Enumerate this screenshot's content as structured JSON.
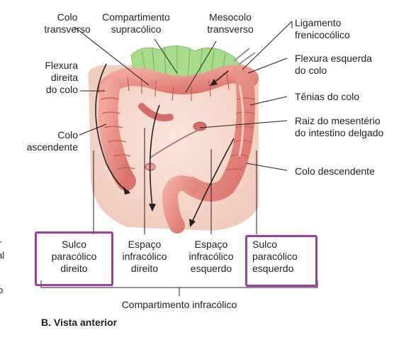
{
  "labels": {
    "colo_transverso": "Colo\ntransverso",
    "compartimento_supracolico": "Compartimento\nsupracólico",
    "mesocolo_transverso": "Mesocolo\ntransverso",
    "ligamento_frenicocolico": "Ligamento\nfrenicocólico",
    "flexura_direita": "Flexura\ndireita\ndo colo",
    "flexura_esquerda": "Flexura esquerda\ndo colo",
    "tenias": "Tênias do colo",
    "raiz_mesenterio": "Raiz do mesentério\ndo intestino delgado",
    "colo_ascendente": "Colo\nascendente",
    "colo_descendente": "Colo descendente",
    "sulco_direito": "Sulco\nparacólico\ndireito",
    "espaco_direito": "Espaço\ninfracólico\ndireito",
    "espaco_esquerdo": "Espaço\ninfracólico\nesquerdo",
    "sulco_esquerdo": "Sulco\nparacólico\nesquerdo",
    "compartimento_infracolico": "Compartimento infracólico"
  },
  "caption": "B. Vista anterior",
  "clipped_left": [
    "r",
    "al",
    "o"
  ],
  "colors": {
    "highlight_box": "#a03ba8",
    "colon_fill": "#e9938a",
    "colon_shade": "#c85a55",
    "omentum_green": "#a8dc8c",
    "background_tissue": "#f6dcd2",
    "line": "#231f20"
  }
}
